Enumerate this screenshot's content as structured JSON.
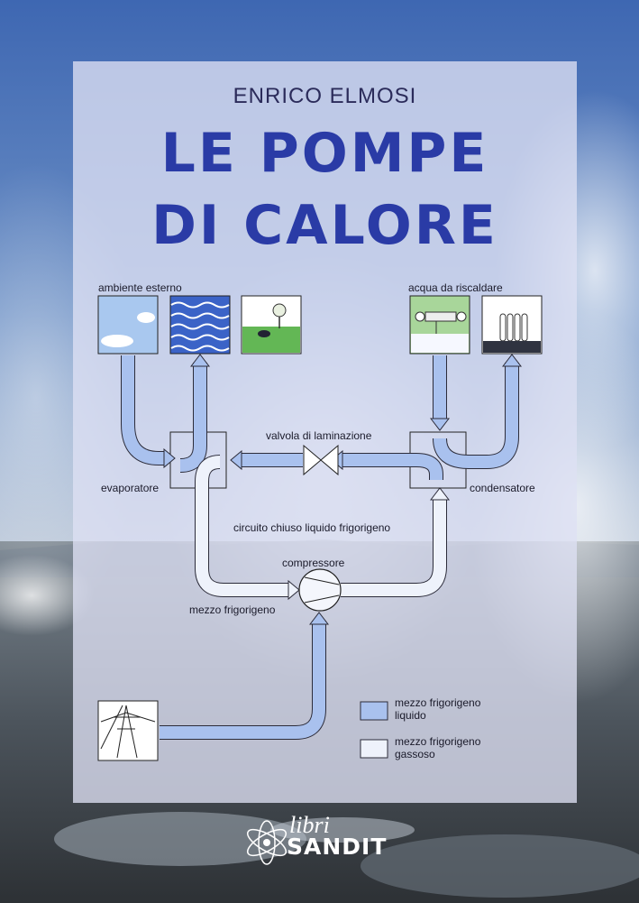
{
  "cover": {
    "author": "ENRICO ELMOSI",
    "title_line1": "LE POMPE",
    "title_line2": "DI CALORE"
  },
  "diagram": {
    "label_external": "ambiente esterno",
    "label_water": "acqua da riscaldare",
    "label_valve": "valvola di laminazione",
    "label_evaporator": "evaporatore",
    "label_condenser": "condensatore",
    "label_circuit": "circuito chiuso liquido frigorigeno",
    "label_compressor": "compressore",
    "label_medium": "mezzo frigorigeno"
  },
  "legend": {
    "liquid_line1": "mezzo frigorigeno",
    "liquid_line2": "liquido",
    "gas_line1": "mezzo frigorigeno",
    "gas_line2": "gassoso",
    "liquid_color": "#a9c1ee",
    "gas_color": "#eef2fb"
  },
  "publisher": {
    "libri": "libri",
    "name": "SANDIT"
  }
}
